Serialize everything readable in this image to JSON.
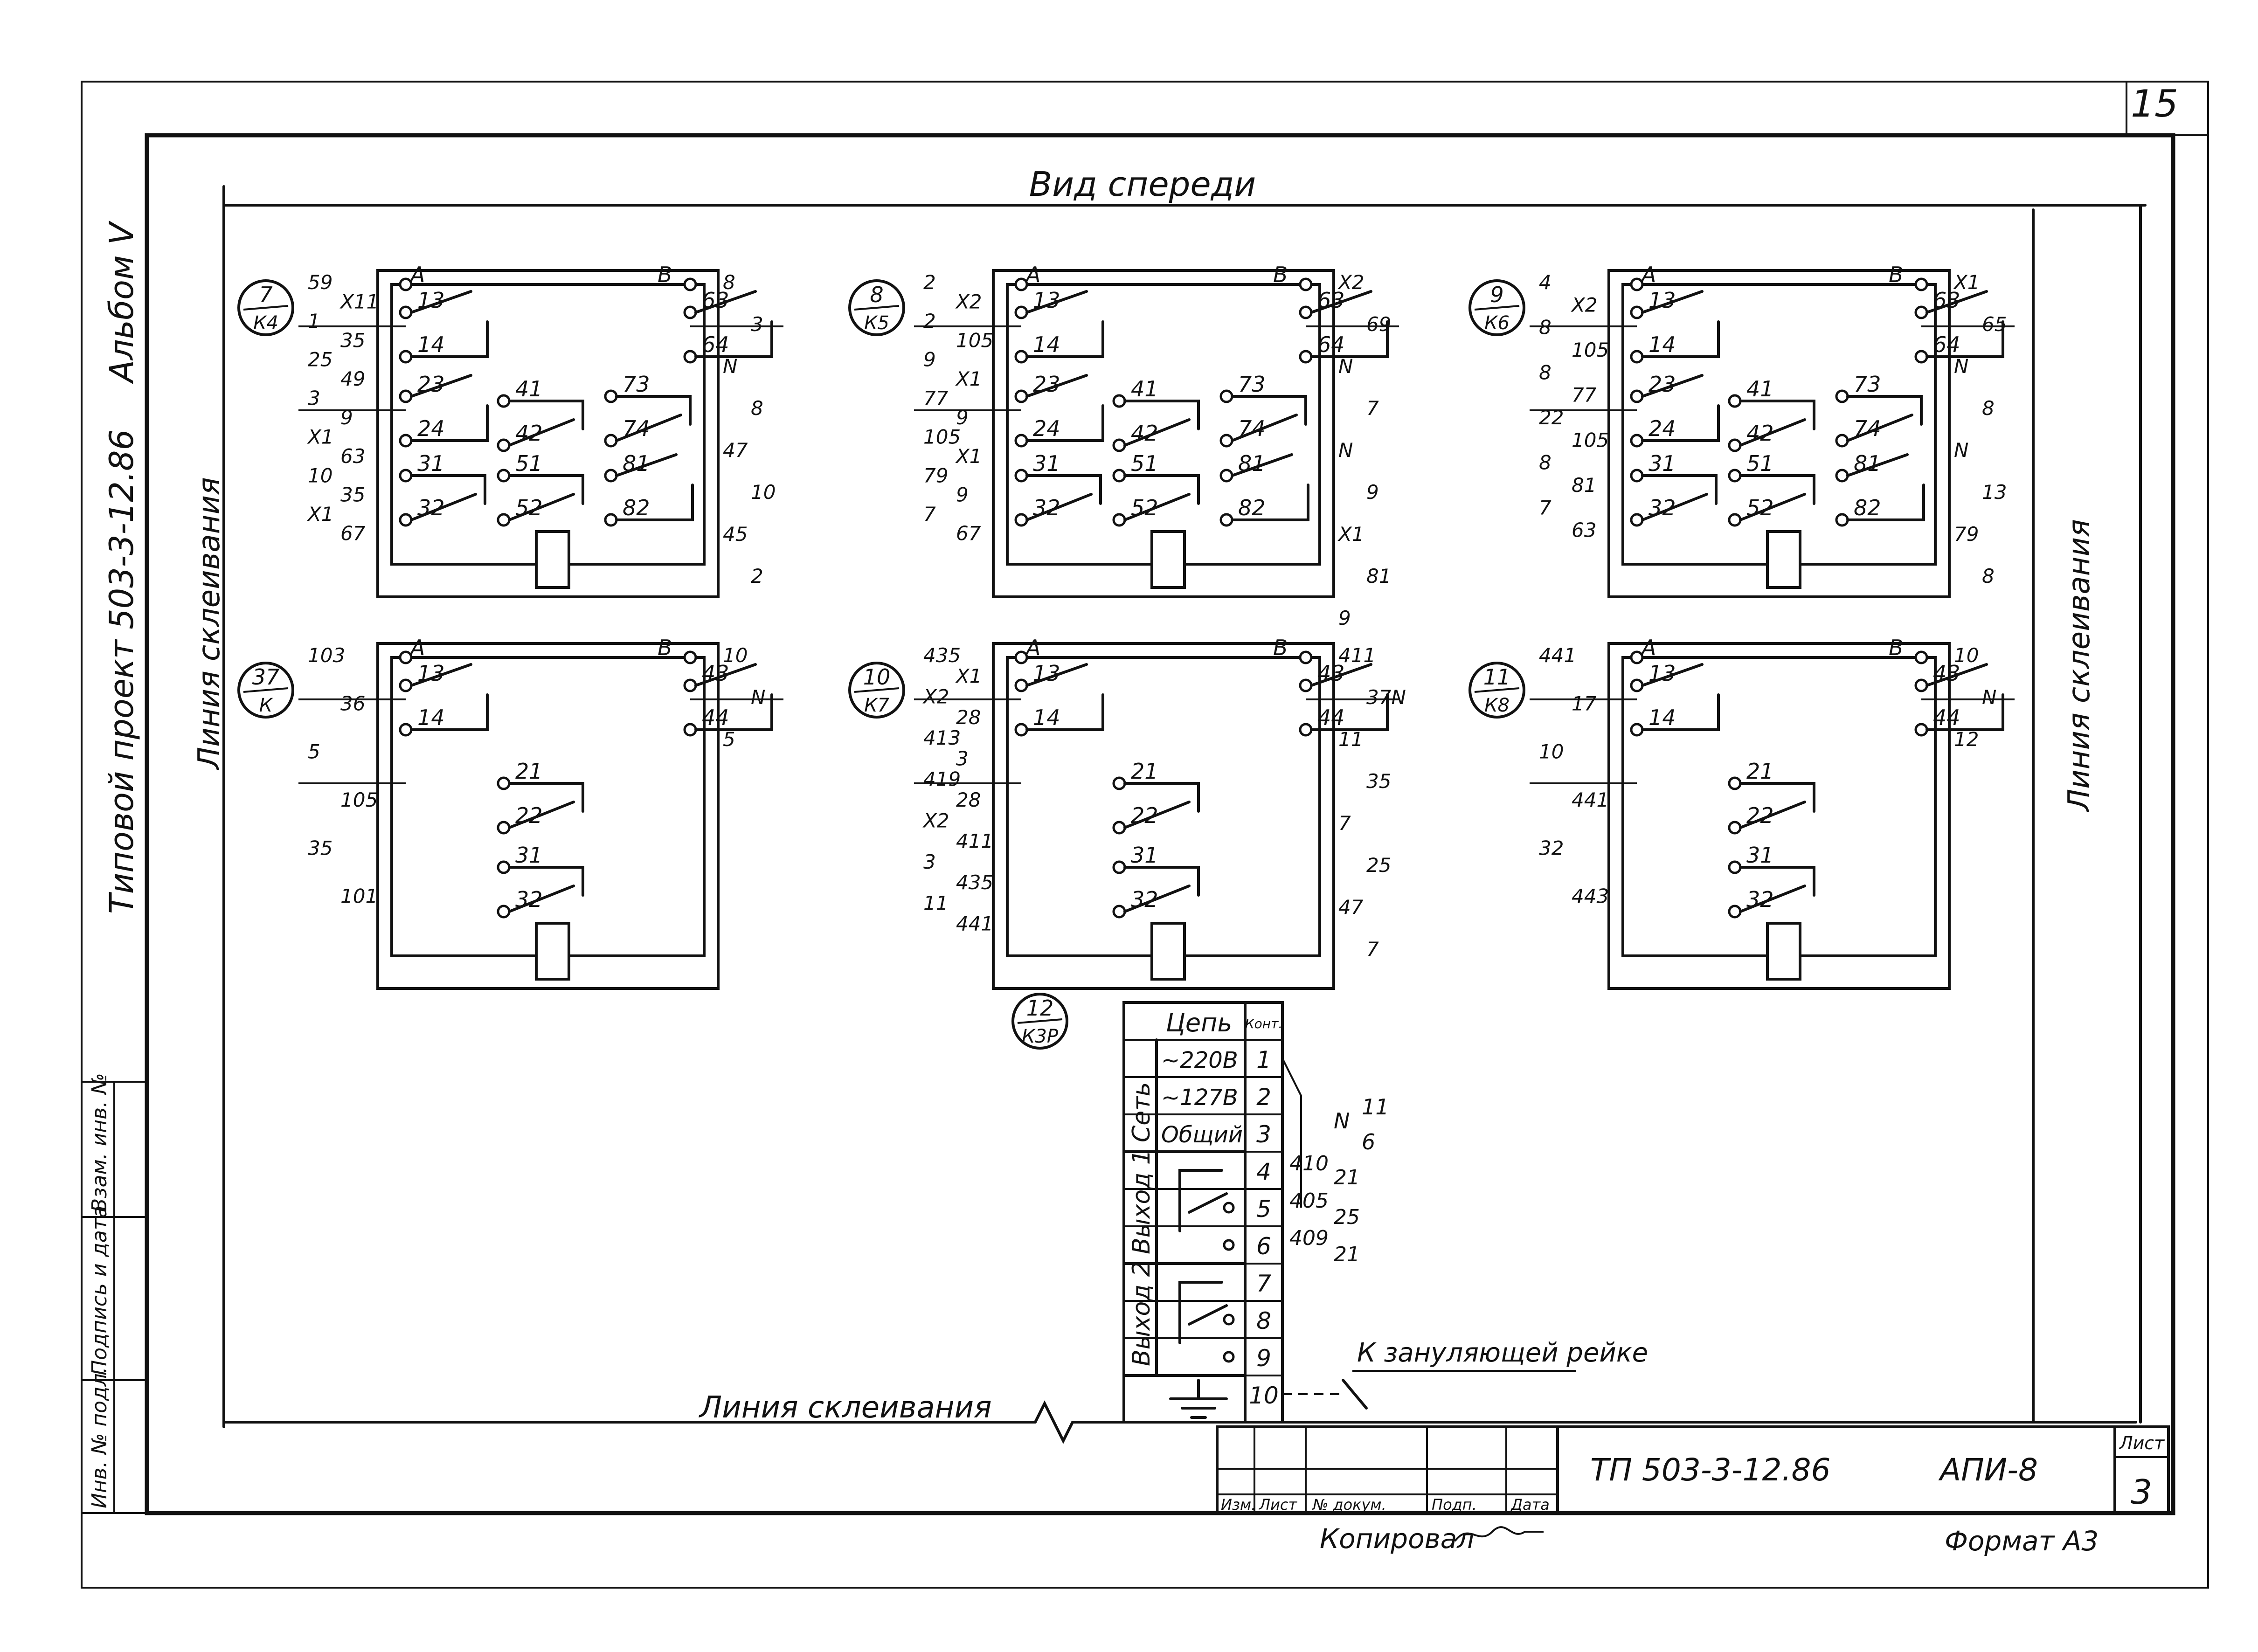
{
  "sheet_number": "15",
  "side_left": {
    "album": "Альбом V",
    "project": "Типовой проект 503-3-12.86"
  },
  "view_title": "Вид спереди",
  "glue_line": "Линия склеивания",
  "stamp_boxes": [
    "Инв. № подл.",
    "Подпись и дата",
    "Взам. инв. №"
  ],
  "relays": [
    {
      "label_top": "7",
      "label_bottom": "К4",
      "type": "six"
    },
    {
      "label_top": "8",
      "label_bottom": "К5",
      "type": "six"
    },
    {
      "label_top": "9",
      "label_bottom": "К6",
      "type": "six"
    },
    {
      "label_top": "37",
      "label_bottom": "К",
      "type": "small"
    },
    {
      "label_top": "10",
      "label_bottom": "К7",
      "type": "small"
    },
    {
      "label_top": "11",
      "label_bottom": "К8",
      "type": "small"
    }
  ],
  "contacts_six": [
    "A",
    "13",
    "14",
    "23",
    "24",
    "31",
    "32",
    "41",
    "42",
    "51",
    "52",
    "73",
    "74",
    "81",
    "82",
    "B",
    "63",
    "64"
  ],
  "contacts_small": [
    "A",
    "13",
    "14",
    "21",
    "22",
    "31",
    "32",
    "B",
    "43",
    "44"
  ],
  "wires": {
    "r1": [
      "59",
      "X11",
      "1",
      "35",
      "25",
      "49",
      "3",
      "9",
      "X1",
      "63",
      "10",
      "35",
      "X1",
      "67",
      "8",
      "3",
      "N",
      "8",
      "47",
      "10",
      "45",
      "2"
    ],
    "r2": [
      "2",
      "X2",
      "2",
      "105",
      "9",
      "X1",
      "77",
      "9",
      "105",
      "X1",
      "79",
      "9",
      "7",
      "67",
      "X2",
      "69",
      "N",
      "7",
      "N",
      "9",
      "X1",
      "81",
      "9"
    ],
    "r3": [
      "4",
      "X2",
      "8",
      "105",
      "8",
      "77",
      "22",
      "105",
      "8",
      "81",
      "7",
      "63",
      "X1",
      "65",
      "N",
      "8",
      "N",
      "13",
      "79",
      "8"
    ],
    "r4": [
      "103",
      "36",
      "5",
      "105",
      "35",
      "101",
      "10",
      "N",
      "5"
    ],
    "r5": [
      "435",
      "X1",
      "X2",
      "28",
      "413",
      "3",
      "419",
      "28",
      "X2",
      "411",
      "3",
      "435",
      "11",
      "441",
      "411",
      "37N",
      "11",
      "35",
      "7",
      "25",
      "47",
      "7"
    ],
    "r6": [
      "441",
      "17",
      "10",
      "441",
      "32",
      "443",
      "10",
      "N",
      "12"
    ]
  },
  "apu": {
    "label_top": "12",
    "label_bottom": "К3Р",
    "header_circuit": "Цепь",
    "header_num": "Конт.",
    "group_set": "Сеть",
    "group_out1": "Выход 1",
    "group_out2": "Выход 2",
    "rows": [
      "~220В",
      "~127В",
      "Общий"
    ],
    "numbers": [
      "1",
      "2",
      "3",
      "4",
      "5",
      "6",
      "7",
      "8",
      "9",
      "10"
    ],
    "ext_wires": [
      "N",
      "11",
      "6",
      "410",
      "21",
      "405",
      "25",
      "409",
      "21"
    ],
    "ground_note": "К зануляющей рейке"
  },
  "title_block": {
    "doc_code": "ТП 503-3-12.86",
    "device": "АПИ-8",
    "sheet_label": "Лист",
    "sheet": "3",
    "cols": [
      "Изм.",
      "Лист",
      "№ докум.",
      "Подп.",
      "Дата"
    ]
  },
  "footer": {
    "copied": "Копировал",
    "format": "Формат А3"
  }
}
